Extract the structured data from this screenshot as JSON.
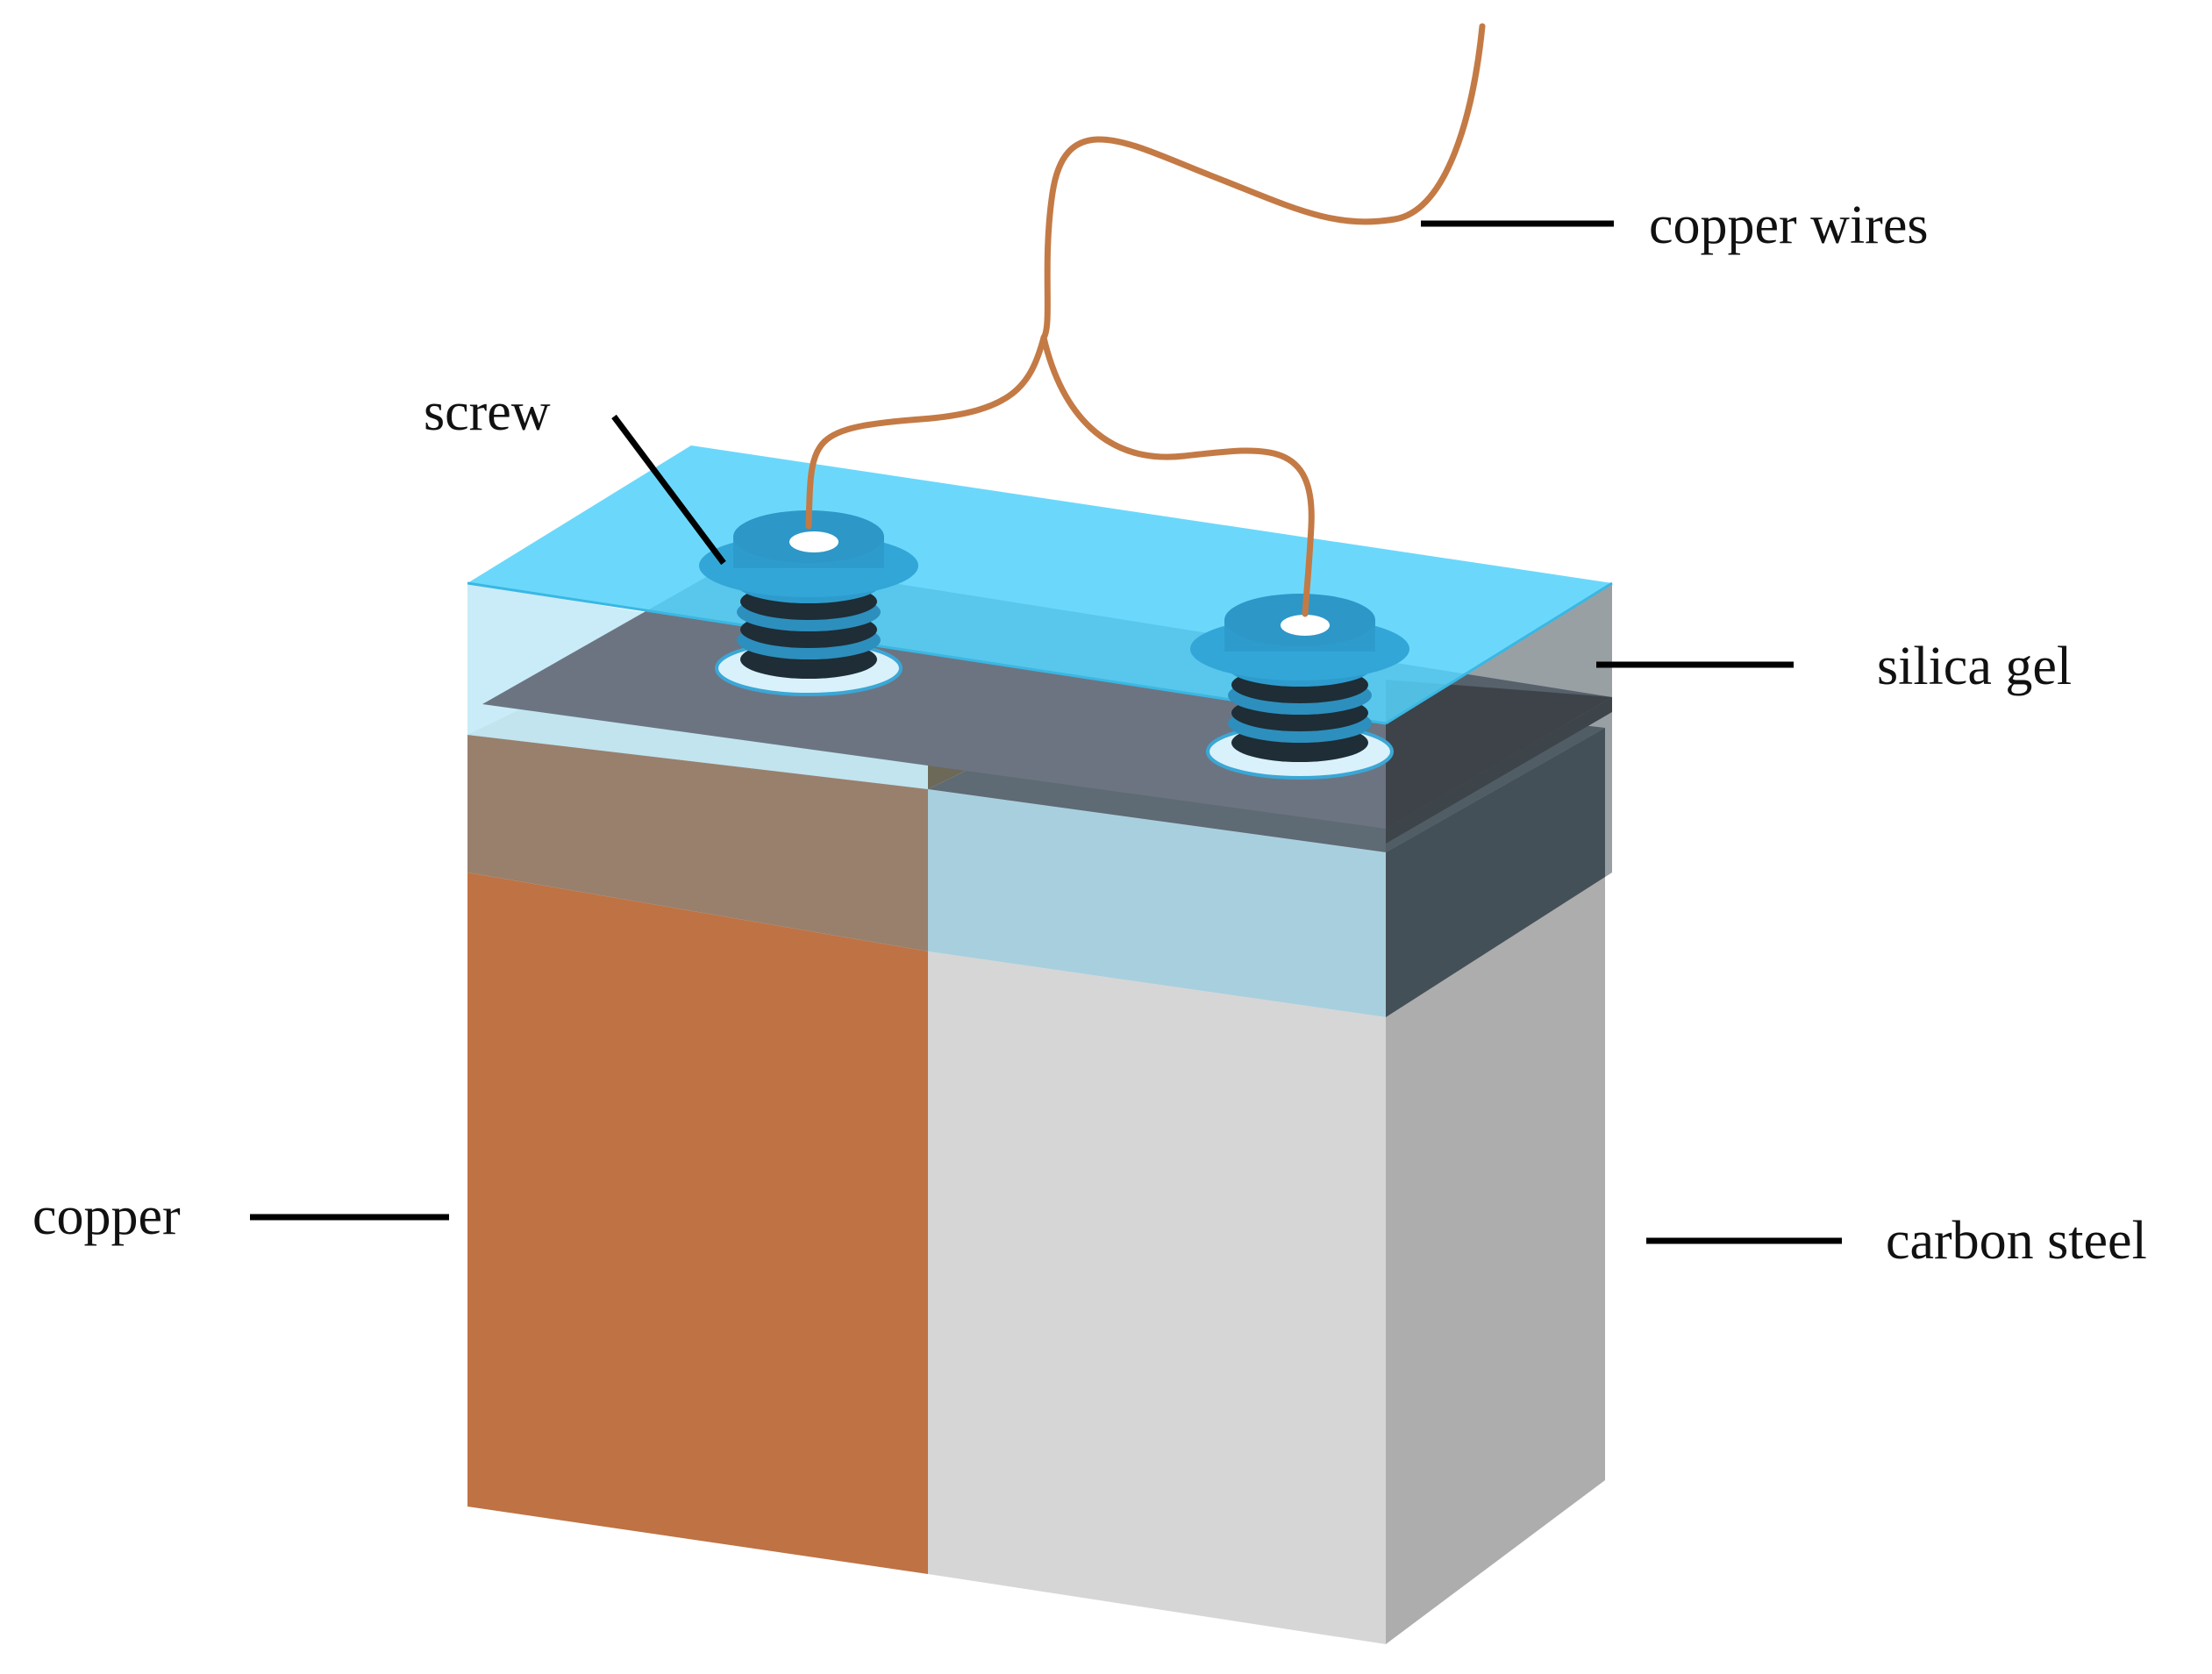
{
  "labels": {
    "copper_wires": "copper wires",
    "screw": "screw",
    "silica_gel": "silica gel",
    "copper": "copper",
    "carbon_steel": "carbon steel"
  },
  "colors": {
    "copper_front": "#bf7243",
    "steel_front": "#d6d6d6",
    "steel_side": "#adadad",
    "silica_top": "#57d3fb",
    "silica_side_dark": "#46525a",
    "plate_top": "#6c7482",
    "screw_blue": "#2d9ccd",
    "wire": "#c47a45"
  }
}
